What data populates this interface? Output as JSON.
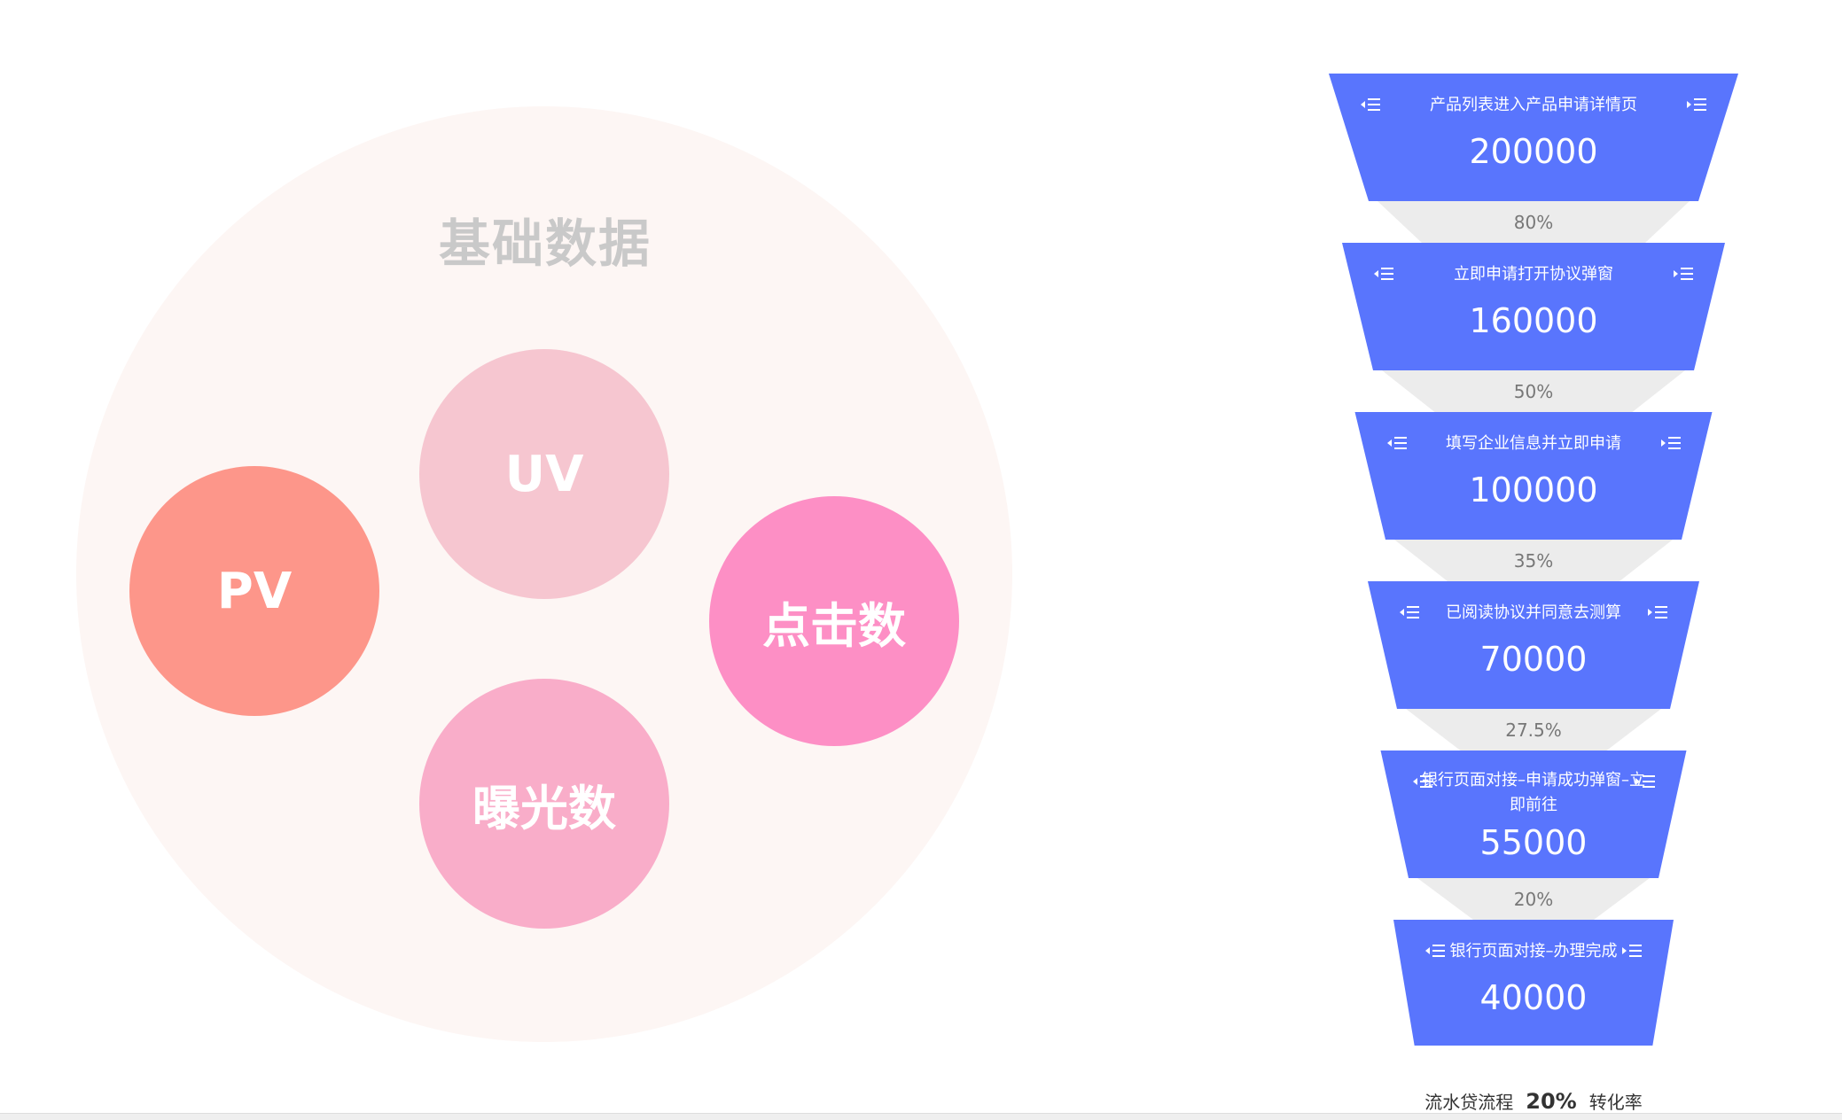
{
  "panel": {
    "title": "基础数据",
    "bubbles": {
      "uv": "UV",
      "pv": "PV",
      "clicks": "点击数",
      "impressions": "曝光数"
    },
    "colors": {
      "background_circle": "#fdf6f4",
      "uv": "#f6c6d0",
      "pv": "#fd968a",
      "clicks": "#fd8fc5",
      "impressions": "#f9adc9"
    }
  },
  "funnel": {
    "stage_color": "#5975fd",
    "connector_color": "#ececec",
    "stages": [
      {
        "label": "产品列表进入产品申请详情页",
        "value": "200000"
      },
      {
        "label": "立即申请打开协议弹窗",
        "value": "160000"
      },
      {
        "label": "填写企业信息并立即申请",
        "value": "100000"
      },
      {
        "label": "已阅读协议并同意去测算",
        "value": "70000"
      },
      {
        "label": "银行页面对接–申请成功弹窗–立即前往",
        "value": "55000"
      },
      {
        "label": "银行页面对接–办理完成",
        "value": "40000"
      }
    ],
    "rates": [
      "80%",
      "50%",
      "35%",
      "27.5%",
      "20%"
    ]
  },
  "footer": {
    "prefix": "流水贷流程",
    "percent": "20%",
    "suffix": "转化率"
  }
}
